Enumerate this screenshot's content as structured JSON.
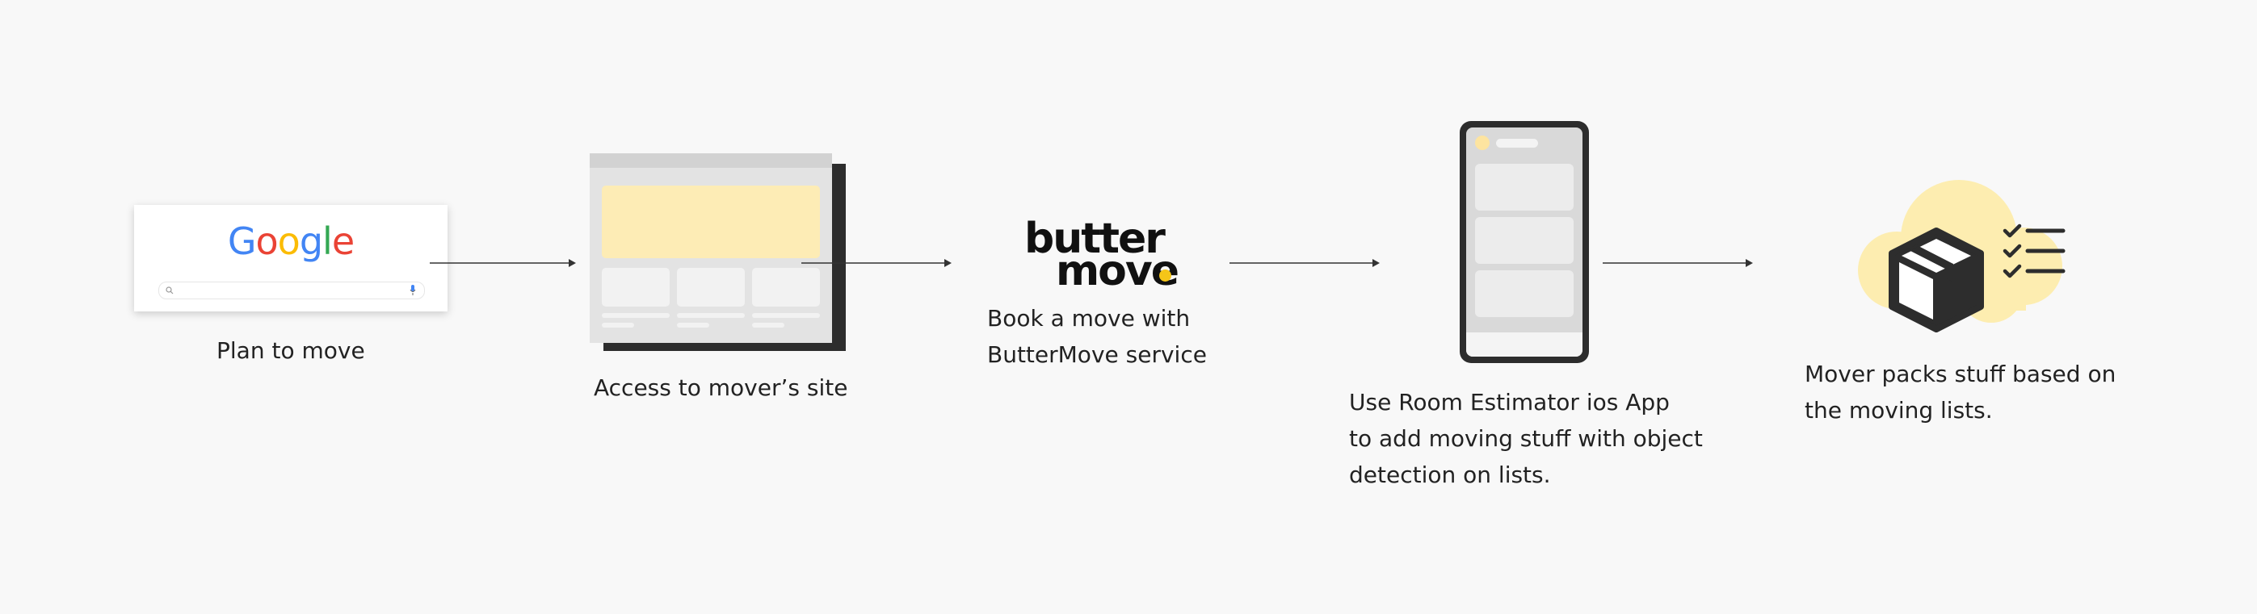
{
  "steps": [
    {
      "id": "plan",
      "caption_lines": [
        "Plan to move"
      ]
    },
    {
      "id": "site",
      "caption_lines": [
        "Access to mover’s site"
      ]
    },
    {
      "id": "book",
      "caption_lines": [
        "Book a move with",
        "ButterMove service"
      ]
    },
    {
      "id": "app",
      "caption_lines": [
        "Use Room Estimator ios App",
        "to add moving stuff with object",
        "detection on lists."
      ]
    },
    {
      "id": "pack",
      "caption_lines": [
        "Mover packs stuff based on",
        "the moving lists."
      ]
    }
  ],
  "google_logo": {
    "letters": [
      {
        "ch": "G",
        "color": "#4285F4"
      },
      {
        "ch": "o",
        "color": "#EA4335"
      },
      {
        "ch": "o",
        "color": "#FBBC05"
      },
      {
        "ch": "g",
        "color": "#4285F4"
      },
      {
        "ch": "l",
        "color": "#34A853"
      },
      {
        "ch": "e",
        "color": "#EA4335"
      }
    ]
  },
  "buttermove_logo": {
    "line1": "butter",
    "line2": "move",
    "dot_color": "#F5C518"
  },
  "colors": {
    "background": "#f8f8f8",
    "accent_yellow": "#FDECB5",
    "cloud_yellow": "#FDEDB0",
    "dark": "#2d2d2d",
    "light_gray": "#dcdcdc",
    "arrow": "#333333"
  },
  "icons": [
    "google-search-card",
    "browser-window",
    "buttermove-logo",
    "phone",
    "cloud",
    "package-box",
    "checklist"
  ]
}
